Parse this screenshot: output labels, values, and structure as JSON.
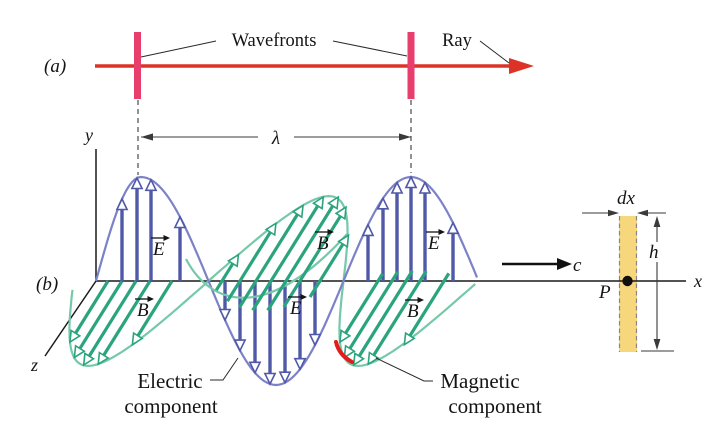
{
  "labels": {
    "panel_a": "(a)",
    "panel_b": "(b)",
    "wavefronts": "Wavefronts",
    "ray": "Ray",
    "wavelength": "λ",
    "axis_x": "x",
    "axis_y": "y",
    "axis_z": "z",
    "e_field": "E",
    "b_field": "B",
    "speed": "c",
    "dx": "dx",
    "h": "h",
    "point_p": "P",
    "electric_line1": "Electric",
    "electric_line2": "component",
    "magnetic_line1": "Magnetic",
    "magnetic_line2": "component"
  },
  "colors": {
    "ray_red": "#dd3226",
    "wavefront_pink": "#e73e6d",
    "electric_blue": "#5058a8",
    "electric_blue_light": "#7c82c6",
    "magnetic_green": "#2ba47e",
    "magnetic_green_light": "#76c9a8",
    "strip_yellow": "#f6d77b",
    "highlight_red": "#e11d1d"
  }
}
